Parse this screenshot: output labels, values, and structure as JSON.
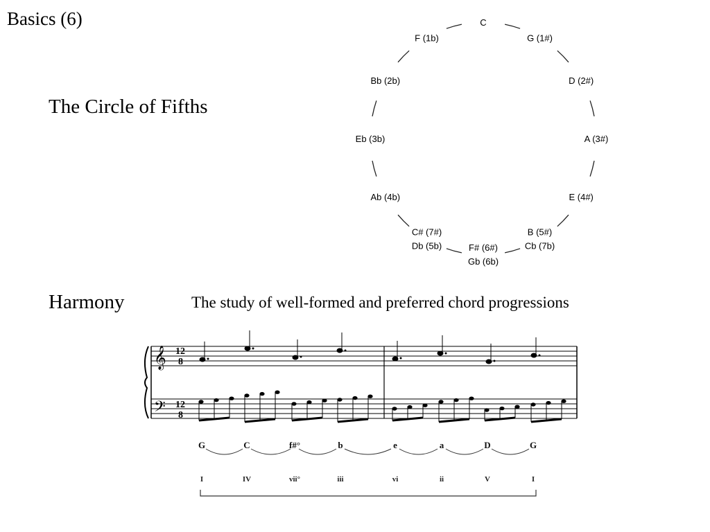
{
  "slide": {
    "title": "Basics (6)"
  },
  "circle_of_fifths": {
    "heading": "The Circle of Fifths",
    "keys": [
      {
        "label": "C"
      },
      {
        "label": "G (1#)"
      },
      {
        "label": "D (2#)"
      },
      {
        "label": "A (3#)"
      },
      {
        "label": "E (4#)"
      },
      {
        "label": "B (5#)",
        "label2": "Cb (7b)"
      },
      {
        "label": "F# (6#)",
        "label2": "Gb (6b)"
      },
      {
        "label": "C# (7#)",
        "label2": "Db (5b)"
      },
      {
        "label": "Ab (4b)"
      },
      {
        "label": "Eb (3b)"
      },
      {
        "label": "Bb (2b)"
      },
      {
        "label": "F (1b)"
      }
    ]
  },
  "harmony": {
    "heading": "Harmony",
    "definition": "The study of well-formed and preferred chord progressions",
    "time_signature": {
      "top": "12",
      "bottom": "8"
    },
    "chords": [
      {
        "name": "G",
        "roman": "I"
      },
      {
        "name": "C",
        "roman": "IV"
      },
      {
        "name": "f#°",
        "roman": "vii°"
      },
      {
        "name": "b",
        "roman": "iii"
      },
      {
        "name": "e",
        "roman": "vi"
      },
      {
        "name": "a",
        "roman": "ii"
      },
      {
        "name": "D",
        "roman": "V"
      },
      {
        "name": "G",
        "roman": "I"
      }
    ]
  }
}
